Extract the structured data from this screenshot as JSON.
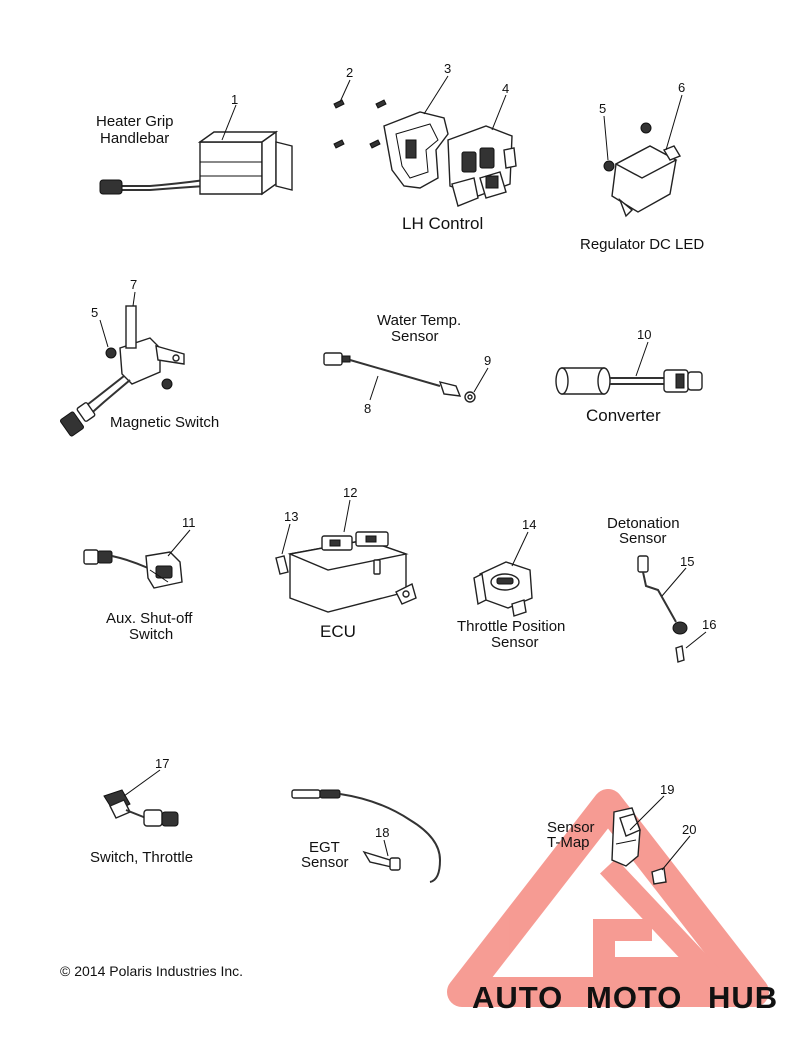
{
  "parts": [
    {
      "id": "heater-grip",
      "label": "Heater Grip\nHandlebar",
      "callouts": [
        "1"
      ]
    },
    {
      "id": "lh-control",
      "label": "LH Control",
      "callouts": [
        "2",
        "3",
        "4"
      ]
    },
    {
      "id": "regulator",
      "label": "Regulator DC LED",
      "callouts": [
        "5",
        "6"
      ]
    },
    {
      "id": "magnetic-switch",
      "label": "Magnetic Switch",
      "callouts": [
        "5",
        "7"
      ]
    },
    {
      "id": "water-temp",
      "label": "Water Temp.\nSensor",
      "callouts": [
        "8",
        "9"
      ]
    },
    {
      "id": "converter",
      "label": "Converter",
      "callouts": [
        "10"
      ]
    },
    {
      "id": "aux-shutoff",
      "label": "Aux. Shut-off\nSwitch",
      "callouts": [
        "11"
      ]
    },
    {
      "id": "ecu",
      "label": "ECU",
      "callouts": [
        "12",
        "13"
      ]
    },
    {
      "id": "throttle-position",
      "label": "Throttle Position\nSensor",
      "callouts": [
        "14"
      ]
    },
    {
      "id": "detonation",
      "label": "Detonation\nSensor",
      "callouts": [
        "15",
        "16"
      ]
    },
    {
      "id": "switch-throttle",
      "label": "Switch, Throttle",
      "callouts": [
        "17"
      ]
    },
    {
      "id": "egt",
      "label": "EGT\nSensor",
      "callouts": [
        "18"
      ]
    },
    {
      "id": "t-map",
      "label": "Sensor\nT-Map",
      "callouts": [
        "19",
        "20"
      ]
    }
  ],
  "copyright": "© 2014 Polaris Industries Inc.",
  "watermark": {
    "part_a": "AUTO",
    "part_b": "MOTO",
    "part_c": "HUB"
  }
}
